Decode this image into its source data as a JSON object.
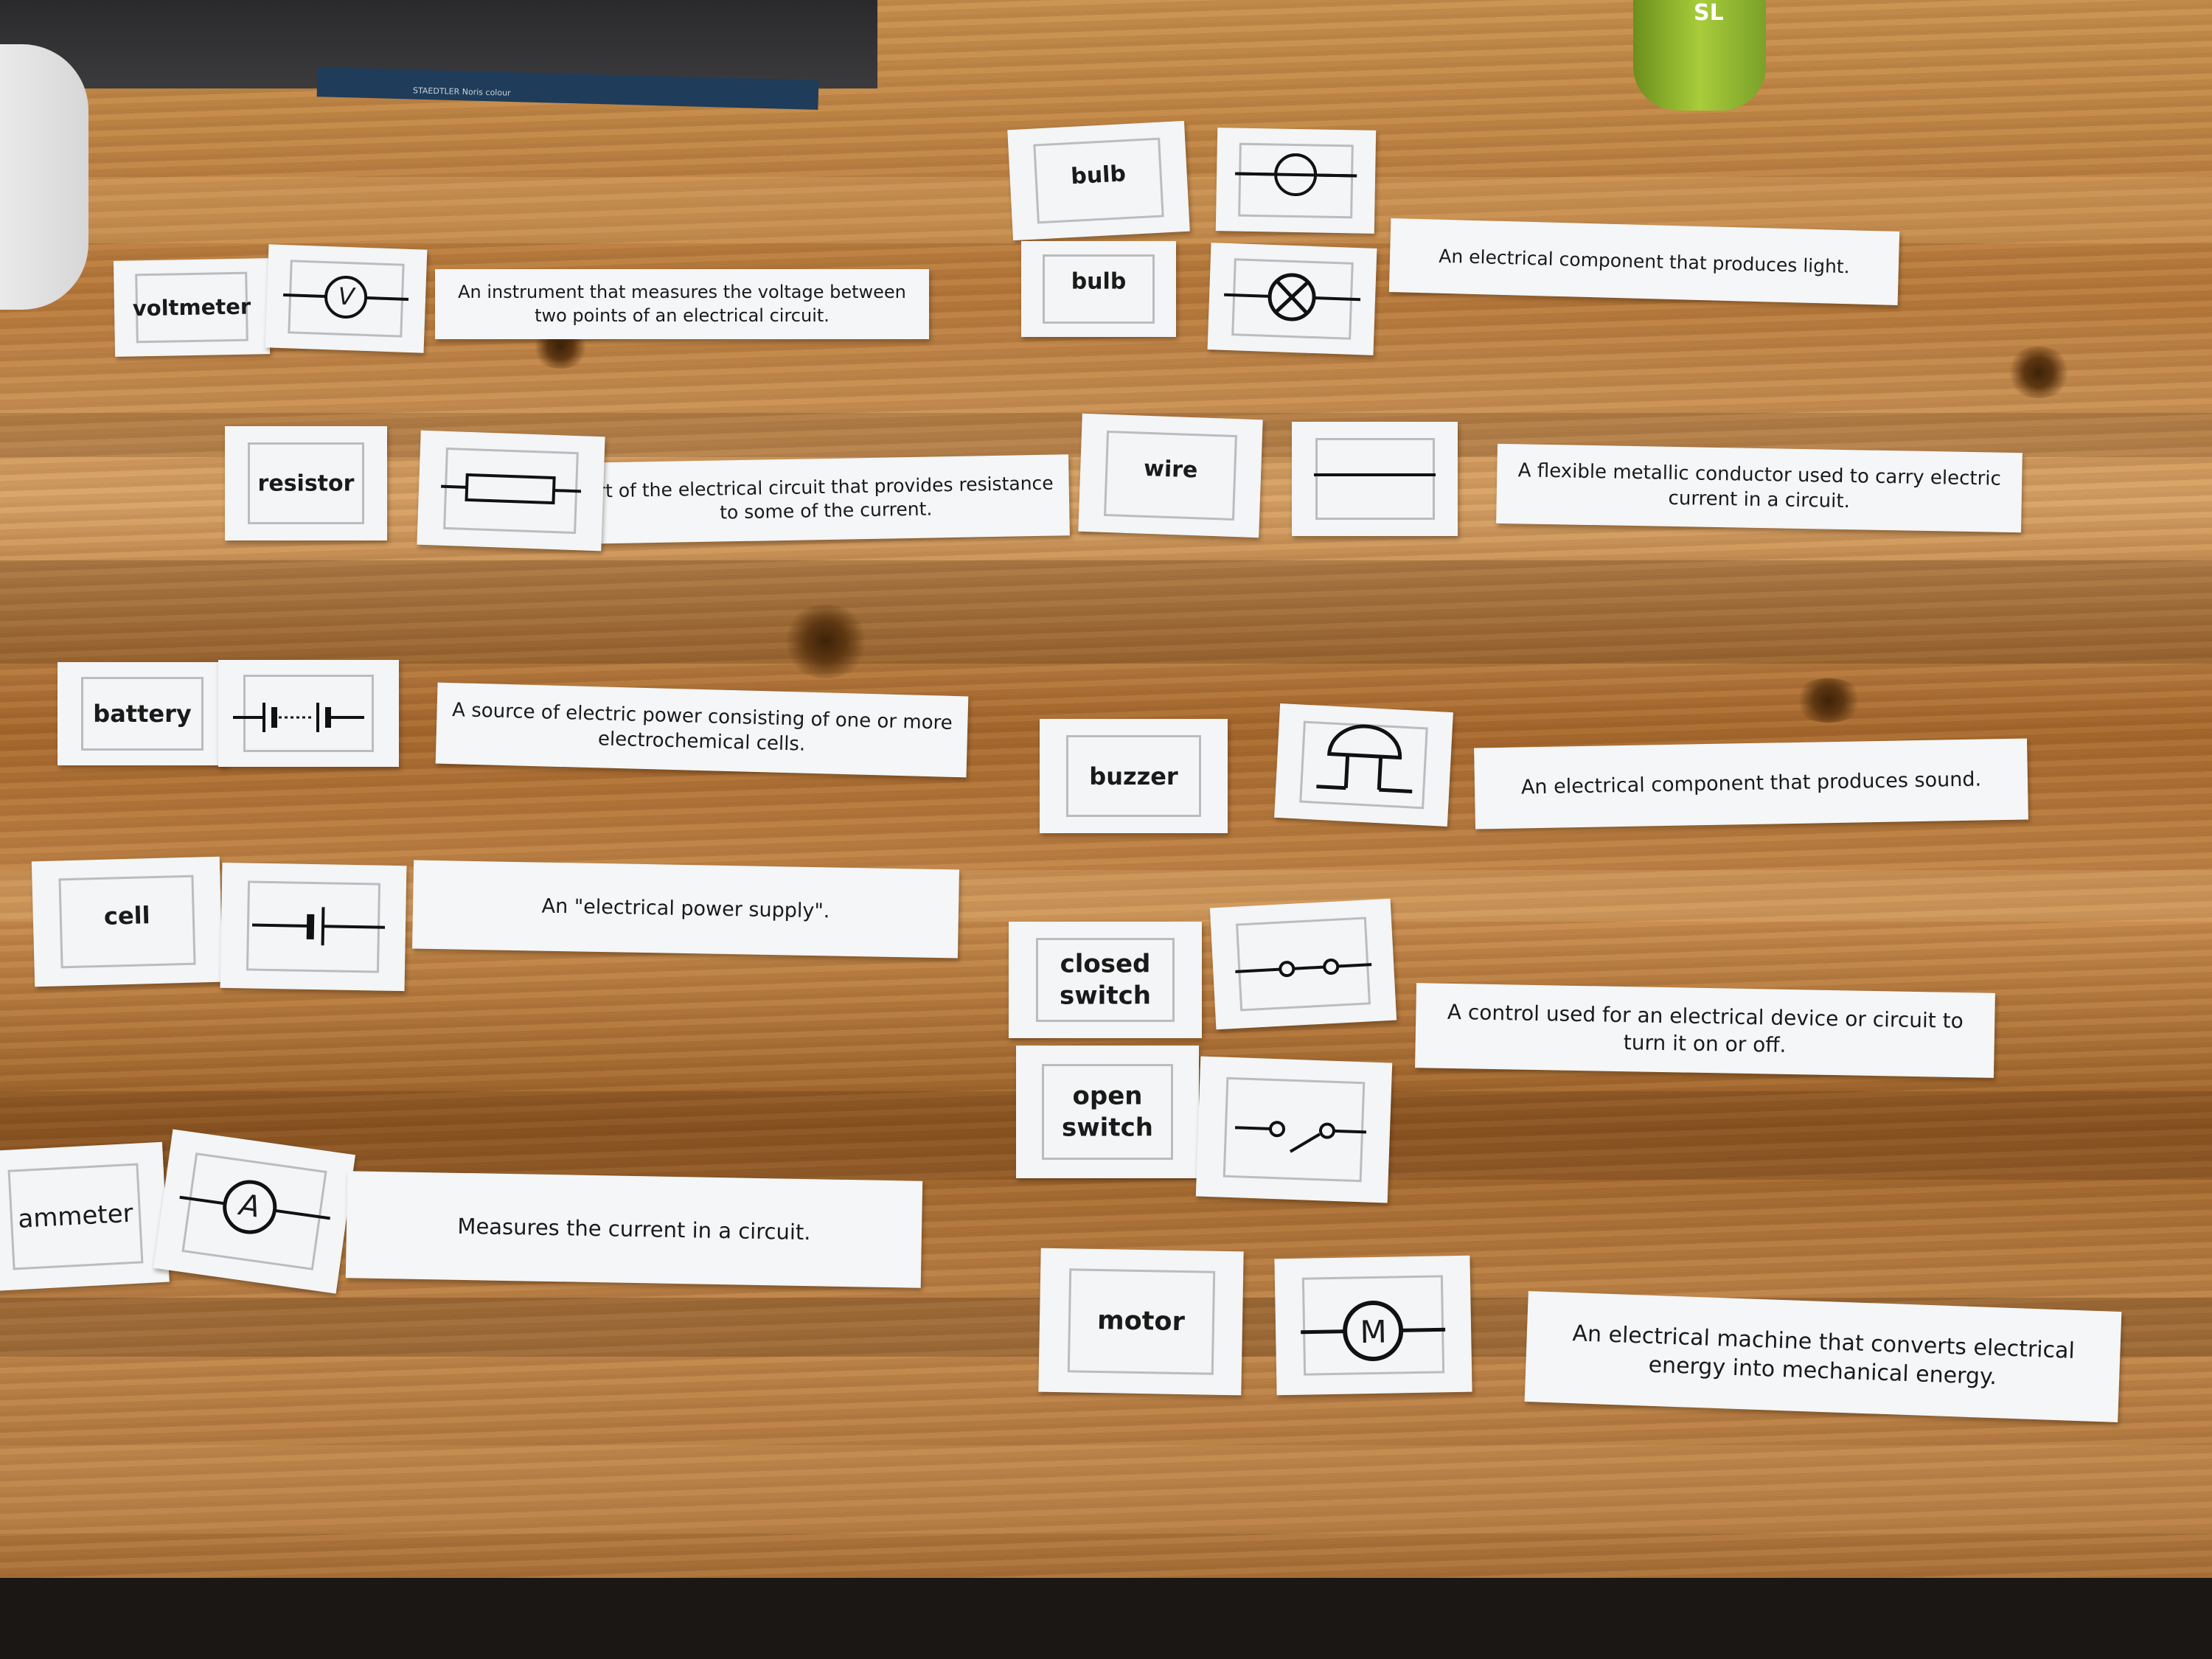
{
  "pencil_text": "STAEDTLER  Noris colour",
  "glue_text": "SL",
  "cards": {
    "bulb_a": "bulb",
    "bulb_b": "bulb",
    "voltmeter": "voltmeter",
    "resistor": "resistor",
    "wire": "wire",
    "battery": "battery",
    "buzzer": "buzzer",
    "cell": "cell",
    "closed_switch": "closed switch",
    "open_switch": "open switch",
    "ammeter": "ammeter",
    "motor": "motor"
  },
  "symbols": {
    "voltmeter": "V",
    "ammeter": "A",
    "motor": "M"
  },
  "definitions": {
    "bulb": "An electrical component that produces light.",
    "voltmeter": "An instrument that measures the voltage between two points of an electrical circuit.",
    "resistor": "rt of the electrical circuit that provides resistance to some of the current.",
    "wire": "A flexible metallic conductor used to carry electric current in a circuit.",
    "battery": "A source of electric power consisting of one or more electrochemical cells.",
    "buzzer": "An electrical component that produces sound.",
    "cell": "An \"electrical power supply\".",
    "switch": "A control used for an electrical device or circuit to turn it on or off.",
    "ammeter": "Measures the current in a circuit.",
    "motor": "An electrical machine that converts electrical energy into mechanical energy."
  }
}
